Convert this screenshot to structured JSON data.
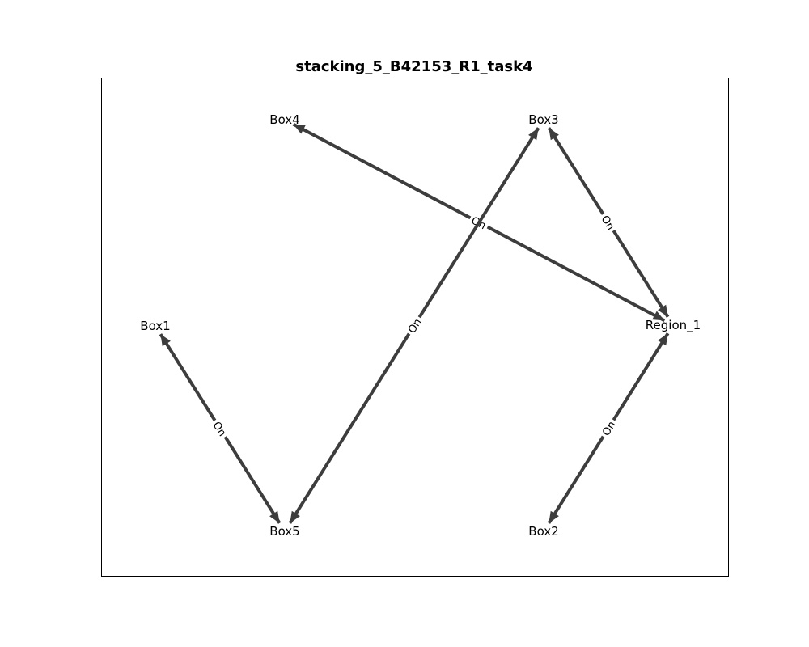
{
  "title": "stacking_5_B42153_R1_task4",
  "nodes": [
    {
      "id": "box4",
      "label": "Box4"
    },
    {
      "id": "box3",
      "label": "Box3"
    },
    {
      "id": "box1",
      "label": "Box1"
    },
    {
      "id": "region1",
      "label": "Region_1"
    },
    {
      "id": "box5",
      "label": "Box5"
    },
    {
      "id": "box2",
      "label": "Box2"
    }
  ],
  "edges": [
    {
      "id": "region1-box4",
      "source": "region1",
      "target": "box4",
      "label": "On",
      "bidirectional": true
    },
    {
      "id": "box5-box3",
      "source": "box5",
      "target": "box3",
      "label": "On",
      "bidirectional": true
    },
    {
      "id": "region1-box3",
      "source": "region1",
      "target": "box3",
      "label": "On",
      "bidirectional": true
    },
    {
      "id": "box1-box5",
      "source": "box1",
      "target": "box5",
      "label": "On",
      "bidirectional": true
    },
    {
      "id": "region1-box2",
      "source": "region1",
      "target": "box2",
      "label": "On",
      "bidirectional": true
    }
  ],
  "colors": {
    "edge": "#3d3d3d",
    "frame": "#000000",
    "background": "#ffffff"
  }
}
